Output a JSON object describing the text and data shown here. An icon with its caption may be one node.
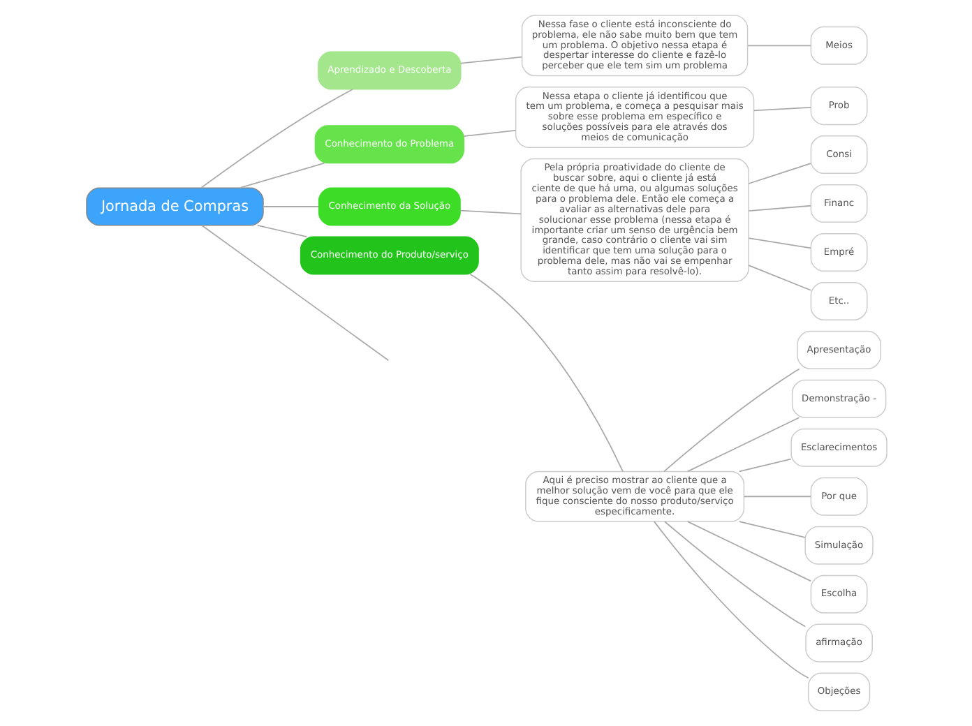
{
  "diagram": {
    "nodes": [
      {
        "text": [
          "Jornada de Compras"
        ]
      },
      {
        "text": [
          "Aprendizado e Descoberta"
        ]
      },
      {
        "text": [
          "Nessa fase o cliente está inconsciente do problema, ele não sabe muito bem que tem um problema. O objetivo nessa etapa é despertar interesse do cliente e fazê-lo perceber que ele tem sim um problema"
        ]
      },
      {
        "text": [
          "Meios"
        ]
      },
      {
        "text": [
          "Conhecimento do Problema"
        ]
      },
      {
        "text": [
          "Nessa etapa o cliente já identificou que tem um problema, e começa a pesquisar mais sobre esse problema em específico e soluções possíveis para ele através dos meios de comunicação"
        ]
      },
      {
        "text": [
          "Prob"
        ]
      },
      {
        "text": [
          "Conhecimento da Solução"
        ]
      },
      {
        "text": [
          "Pela própria proatividade do cliente de buscar sobre, aqui o cliente já está ciente de que há uma, ou algumas soluções para o problema dele. Então ele começa a avaliar as alternativas dele para solucionar esse problema (nessa etapa é importante criar um senso de urgência bem grande, caso contrário o cliente vai sim identificar que tem uma solução para o problema dele, mas não vai se empenhar tanto assim para resolvê-lo)."
        ]
      },
      {
        "text": [
          "Consi"
        ]
      },
      {
        "text": [
          "Financ"
        ]
      },
      {
        "text": [
          "Empré"
        ]
      },
      {
        "text": [
          "Etc.."
        ]
      },
      {
        "text": [
          "Conhecimento do Produto/serviço"
        ]
      },
      {
        "text": [
          "Aqui é preciso mostrar ao cliente que a melhor solução vem de você para que ele fique consciente do nosso produto/serviço especificamente."
        ]
      },
      {
        "text": [
          "Apresentação"
        ]
      },
      {
        "text": [
          "Demonstração -"
        ]
      },
      {
        "text": [
          "Esclarecimentos"
        ]
      },
      {
        "text": [
          "Por que"
        ]
      },
      {
        "text": [
          "Simulação"
        ]
      },
      {
        "text": [
          "Escolha"
        ]
      },
      {
        "text": [
          "afirmação"
        ]
      },
      {
        "text": [
          "Objeções"
        ]
      }
    ],
    "edges": [
      {
        "from": 0,
        "to": 1,
        "arrow": "none"
      },
      {
        "from": 1,
        "to": 2,
        "arrow": "none"
      },
      {
        "from": 2,
        "to": 3,
        "arrow": "none"
      },
      {
        "from": 0,
        "to": 4,
        "arrow": "none"
      },
      {
        "from": 4,
        "to": 5,
        "arrow": "none"
      },
      {
        "from": 5,
        "to": 6,
        "arrow": "none"
      },
      {
        "from": 0,
        "to": 7,
        "arrow": "none"
      },
      {
        "from": 7,
        "to": 8,
        "arrow": "none"
      },
      {
        "from": 8,
        "to": 9,
        "arrow": "none"
      },
      {
        "from": 8,
        "to": 10,
        "arrow": "none"
      },
      {
        "from": 8,
        "to": 11,
        "arrow": "none"
      },
      {
        "from": 8,
        "to": 12,
        "arrow": "none"
      },
      {
        "from": 0,
        "to": 13,
        "arrow": "none"
      },
      {
        "from": 13,
        "to": 14,
        "arrow": "none"
      },
      {
        "from": 14,
        "to": 15,
        "arrow": "none"
      },
      {
        "from": 14,
        "to": 16,
        "arrow": "none"
      },
      {
        "from": 14,
        "to": 17,
        "arrow": "none"
      },
      {
        "from": 14,
        "to": 18,
        "arrow": "none"
      },
      {
        "from": 14,
        "to": 19,
        "arrow": "none"
      },
      {
        "from": 14,
        "to": 20,
        "arrow": "none"
      },
      {
        "from": 14,
        "to": 21,
        "arrow": "none"
      },
      {
        "from": 14,
        "to": 22,
        "arrow": "none"
      },
      {
        "from": 0,
        "to": null,
        "arrow": "none"
      }
    ]
  }
}
